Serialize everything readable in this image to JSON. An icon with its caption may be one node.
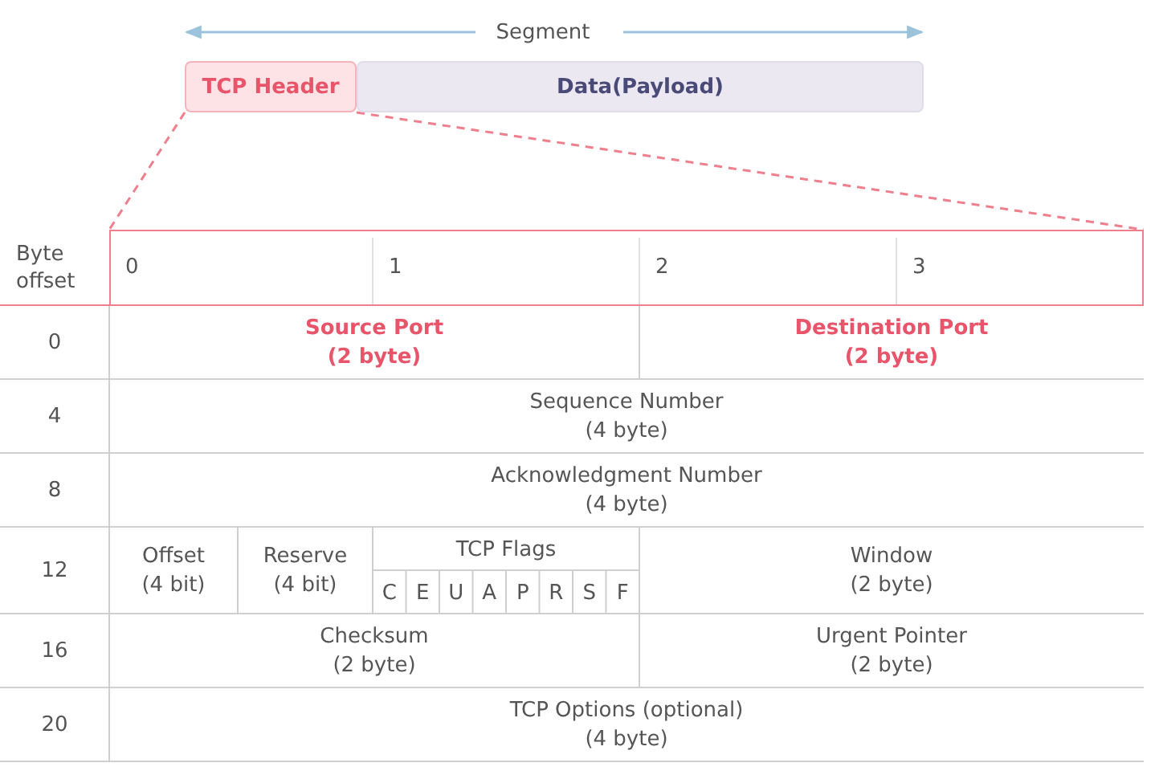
{
  "diagram": {
    "nodes": [
      {
        "text": [
          "TCP Header"
        ]
      },
      {
        "text": [
          "Data(Payload)"
        ]
      },
      {
        "text": [],
        "shape": "box"
      }
    ],
    "edges": [
      {
        "from": 0,
        "to": 2,
        "arrow": "none",
        "style": "dashed"
      },
      {
        "from": 0,
        "to": 2,
        "arrow": "none",
        "style": "dashed"
      }
    ],
    "labels": [
      "Segment",
      "Byte offset",
      "0",
      "1",
      "2",
      "3",
      "0",
      "Source Port",
      "(2 byte)",
      "Destination Port",
      "(2 byte)",
      "4",
      "Sequence Number",
      "(4 byte)",
      "8",
      "Acknowledgment Number",
      "(4 byte)",
      "12",
      "Offset",
      "(4 bit)",
      "Reserve",
      "(4 bit)",
      "TCP Flags",
      "C",
      "E",
      "U",
      "A",
      "P",
      "R",
      "S",
      "F",
      "Window",
      "(2 byte)",
      "16",
      "Checksum",
      "(2 byte)",
      "Urgent Pointer",
      "(2 byte)",
      "20",
      "TCP Options (optional)",
      "(4 byte)"
    ]
  }
}
